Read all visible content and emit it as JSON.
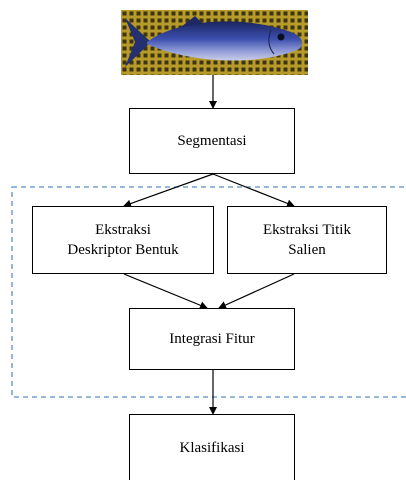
{
  "diagram": {
    "image": {
      "subject": "tuna-fish-photo"
    },
    "nodes": {
      "segmentasi": "Segmentasi",
      "ekstraksi_deskriptor": [
        "Ekstraksi",
        "Deskriptor Bentuk"
      ],
      "ekstraksi_titik": [
        "Ekstraksi Titik",
        "Salien"
      ],
      "integrasi": "Integrasi Fitur",
      "klasifikasi": "Klasifikasi"
    },
    "edges": [
      [
        "image",
        "segmentasi"
      ],
      [
        "segmentasi",
        "ekstraksi_deskriptor"
      ],
      [
        "segmentasi",
        "ekstraksi_titik"
      ],
      [
        "ekstraksi_deskriptor",
        "integrasi"
      ],
      [
        "ekstraksi_titik",
        "integrasi"
      ],
      [
        "integrasi",
        "klasifikasi"
      ]
    ],
    "group_border": {
      "style": "dashed",
      "color": "#5b8fc9"
    }
  }
}
